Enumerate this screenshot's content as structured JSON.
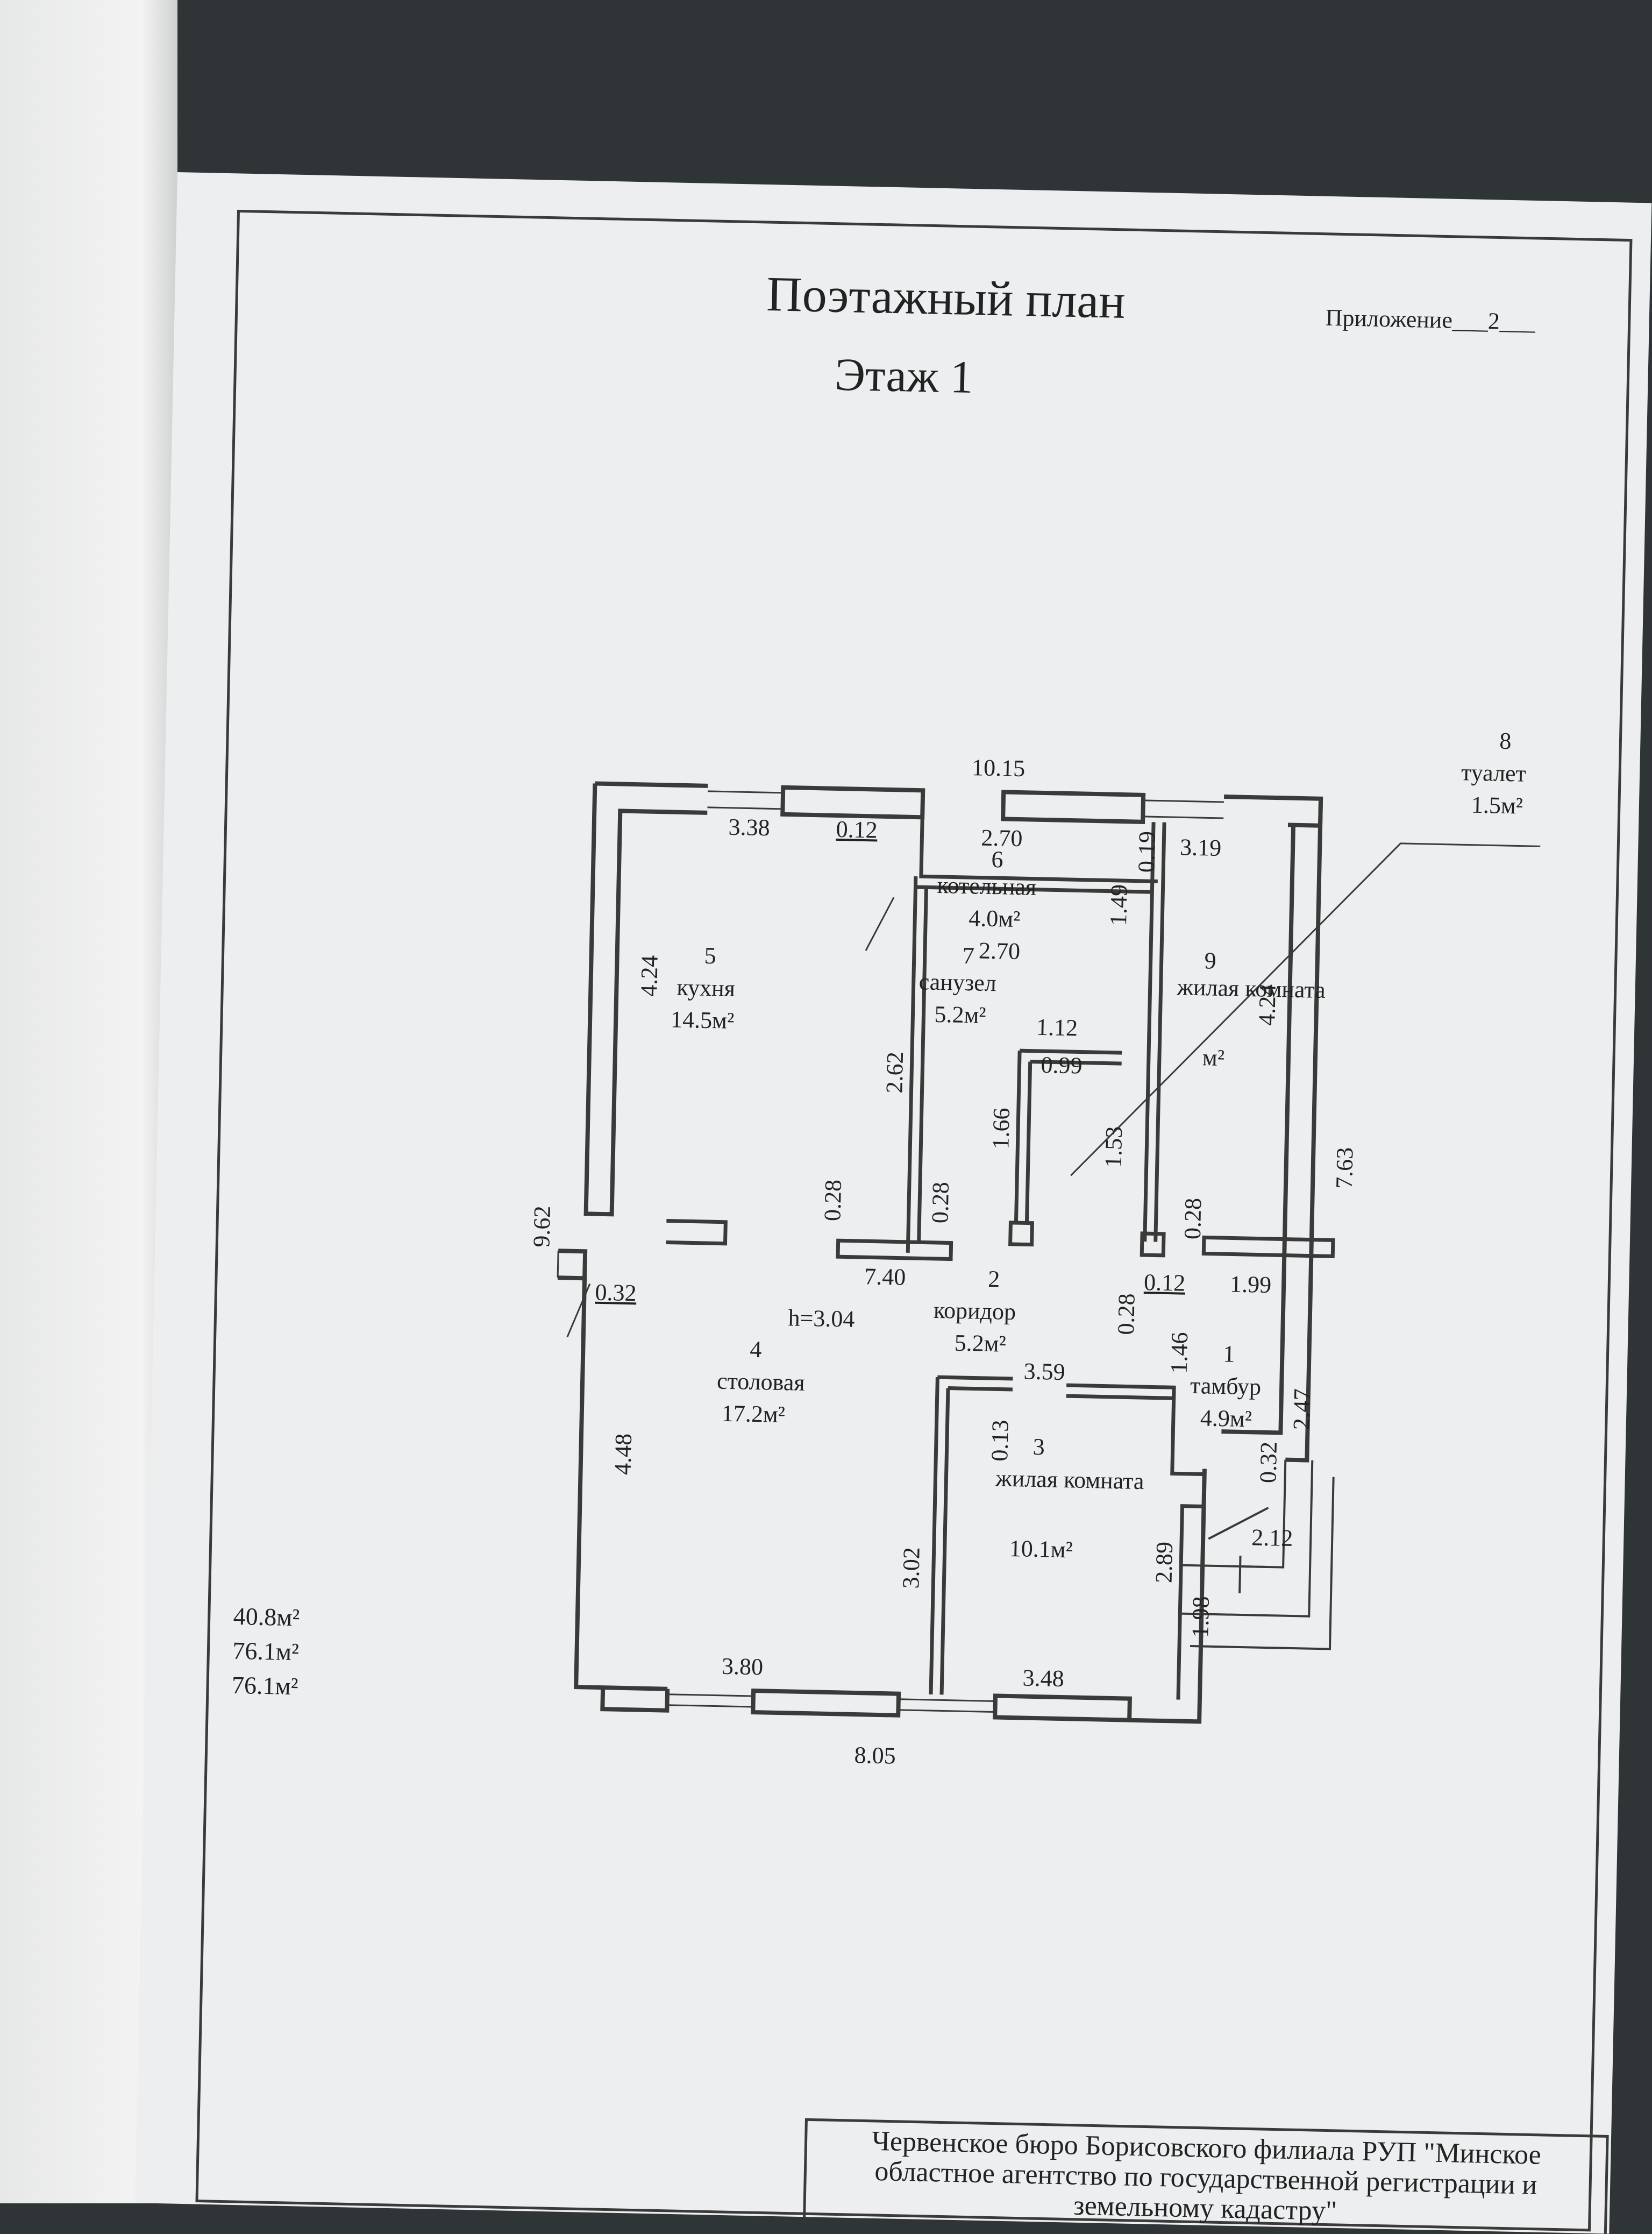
{
  "title": "Поэтажный план",
  "floor": "Этаж 1",
  "appendix": {
    "label": "Приложение",
    "number": "2"
  },
  "height_label": "h=3.04",
  "outer_dimensions": {
    "top": "10.15",
    "bottom": "8.05",
    "left": "9.62",
    "right": "7.63"
  },
  "rooms": [
    {
      "num": "1",
      "name": "тамбур",
      "area": "4.9м²"
    },
    {
      "num": "2",
      "name": "коридор",
      "area": "5.2м²"
    },
    {
      "num": "3",
      "name": "жилая комната",
      "area": "10.1м²"
    },
    {
      "num": "4",
      "name": "столовая",
      "area": "17.2м²"
    },
    {
      "num": "5",
      "name": "кухня",
      "area": "14.5м²"
    },
    {
      "num": "6",
      "name": "котельная",
      "area": "4.0м²"
    },
    {
      "num": "7",
      "name": "санузел",
      "area": "5.2м²"
    },
    {
      "num": "8",
      "name": "туалет",
      "area": "1.5м²"
    },
    {
      "num": "9",
      "name": "жилая комната",
      "area": "м²"
    }
  ],
  "dims": {
    "d338": "3.38",
    "d012a": "0.12",
    "d270a": "2.70",
    "d319": "3.19",
    "d424a": "4.24",
    "d424b": "4.24",
    "d149": "1.49",
    "d019": "0.19",
    "d270b": "2.70",
    "d112": "1.12",
    "d099": "0.99",
    "d262": "2.62",
    "d166": "1.66",
    "d153": "1.53",
    "d028a": "0.28",
    "d028b": "0.28",
    "d028c": "0.28",
    "d028d": "0.28",
    "d740": "7.40",
    "d012b": "0.12",
    "d199": "1.99",
    "d146": "1.46",
    "d247": "2.47",
    "d032a": "0.32",
    "d032b": "0.32",
    "d359": "3.59",
    "d013": "0.13",
    "d448": "4.48",
    "d302": "3.02",
    "d289": "2.89",
    "d212": "2.12",
    "d198": "1.98",
    "d380": "3.80",
    "d348": "3.48"
  },
  "totals": [
    "40.8м²",
    "76.1м²",
    "76.1м²"
  ],
  "footer": [
    "Червенское бюро Борисовского филиала РУП \"Минское",
    "областное агентство по государственной регистрации и",
    "земельному кадастру\""
  ]
}
